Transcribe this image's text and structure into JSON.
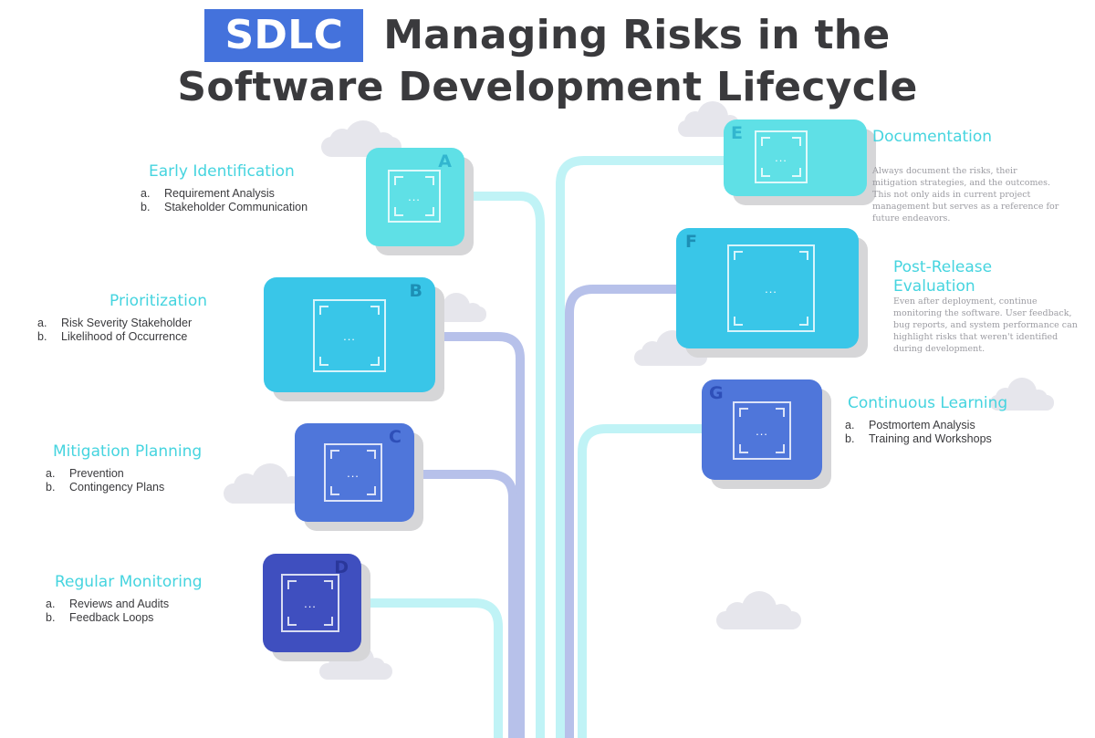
{
  "header": {
    "badge": "SDLC",
    "title_line1": "Managing Risks in the",
    "title_line2": "Software Development Lifecycle"
  },
  "colors": {
    "brand": "#4472dc",
    "title_text": "#3a3a3d",
    "label_text": "#45d4df",
    "card_a": "#5fe0e6",
    "card_b": "#39c6e8",
    "card_c": "#4f76da",
    "card_d": "#3f4fbf",
    "line_light": "#c0f3f6",
    "line_lavender": "#b7c1ea"
  },
  "cards": [
    {
      "letter": "A",
      "dots": "..."
    },
    {
      "letter": "B",
      "dots": "..."
    },
    {
      "letter": "C",
      "dots": "..."
    },
    {
      "letter": "D",
      "dots": "..."
    },
    {
      "letter": "E",
      "dots": "..."
    },
    {
      "letter": "F",
      "dots": "..."
    },
    {
      "letter": "G",
      "dots": "..."
    }
  ],
  "steps": {
    "early_identification": {
      "title": "Early Identification",
      "items": [
        {
          "marker": "a.",
          "text": "Requirement Analysis"
        },
        {
          "marker": "b.",
          "text": "Stakeholder Communication"
        }
      ]
    },
    "prioritization": {
      "title": "Prioritization",
      "items": [
        {
          "marker": "a.",
          "text": "Risk Severity Stakeholder"
        },
        {
          "marker": "b.",
          "text": "Likelihood of Occurrence"
        }
      ]
    },
    "mitigation_planning": {
      "title": "Mitigation Planning",
      "items": [
        {
          "marker": "a.",
          "text": "Prevention"
        },
        {
          "marker": "b.",
          "text": "Contingency Plans"
        }
      ]
    },
    "regular_monitoring": {
      "title": "Regular Monitoring",
      "items": [
        {
          "marker": "a.",
          "text": "Reviews and Audits"
        },
        {
          "marker": "b.",
          "text": "Feedback Loops"
        }
      ]
    },
    "documentation": {
      "title": "Documentation",
      "description": "Always document the risks, their mitigation strategies, and the outcomes. This not only aids in current project management but serves as a reference for future endeavors."
    },
    "post_release": {
      "title_line1": "Post-Release",
      "title_line2": "Evaluation",
      "description": "Even after deployment, continue monitoring the software. User feedback, bug reports, and system performance can highlight risks that weren't identified during development."
    },
    "continuous_learning": {
      "title": "Continuous Learning",
      "items": [
        {
          "marker": "a.",
          "text": "Postmortem Analysis"
        },
        {
          "marker": "b.",
          "text": "Training and Workshops"
        }
      ]
    }
  }
}
